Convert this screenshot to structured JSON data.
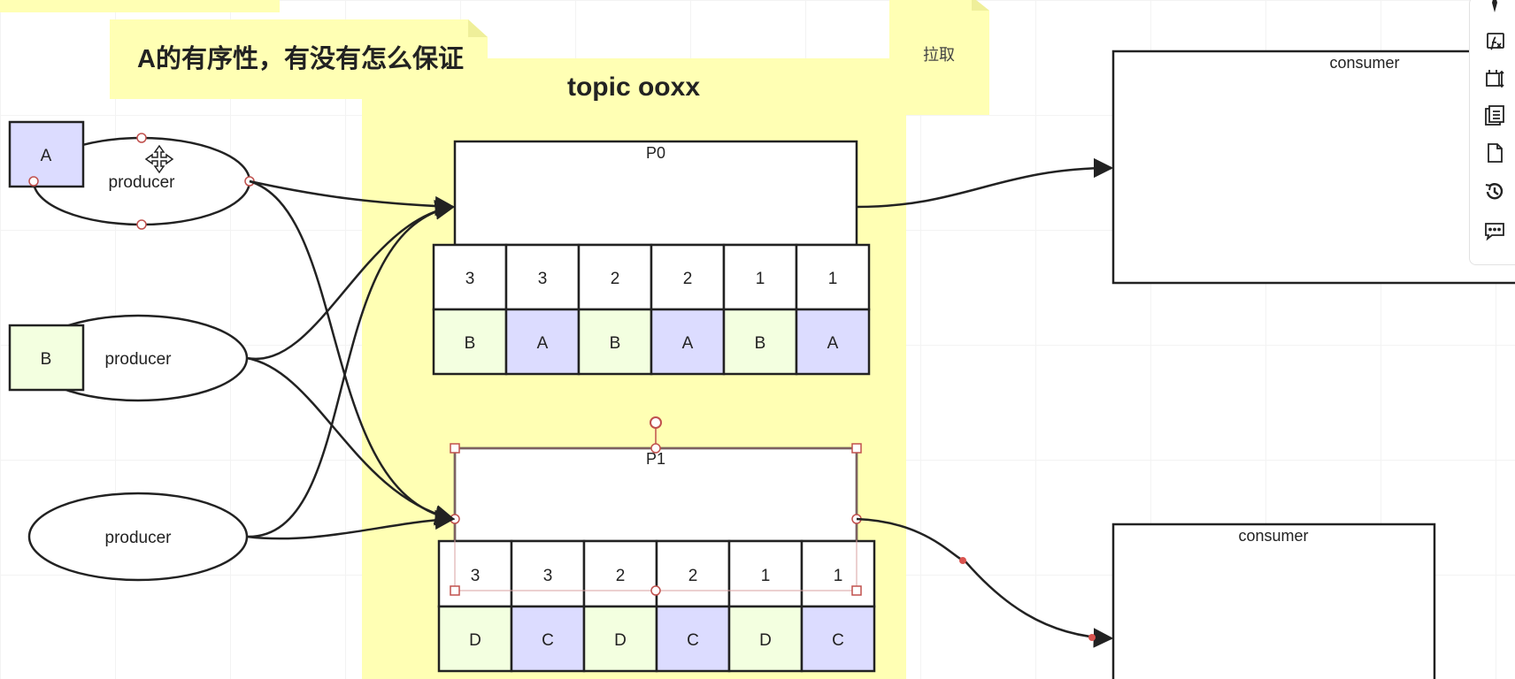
{
  "notes": {
    "question": "A的有序性，有没有怎么保证",
    "topic_title": "topic ooxx",
    "pull": "拉取"
  },
  "producers": [
    {
      "box": "A",
      "label": "producer"
    },
    {
      "box": "B",
      "label": "producer"
    },
    {
      "box": "",
      "label": "producer"
    }
  ],
  "partitions": [
    {
      "name": "P0",
      "offsets": [
        "3",
        "3",
        "2",
        "2",
        "1",
        "1"
      ],
      "sources": [
        "B",
        "A",
        "B",
        "A",
        "B",
        "A"
      ]
    },
    {
      "name": "P1",
      "offsets": [
        "3",
        "3",
        "2",
        "2",
        "1",
        "1"
      ],
      "sources": [
        "D",
        "C",
        "D",
        "C",
        "D",
        "C"
      ]
    }
  ],
  "consumers": [
    {
      "label": "consumer"
    },
    {
      "label": "consumer"
    }
  ],
  "toolbar": [
    {
      "icon": "formula-icon"
    },
    {
      "icon": "canvas-size-icon"
    },
    {
      "icon": "multi-page-icon"
    },
    {
      "icon": "page-icon"
    },
    {
      "icon": "history-icon"
    },
    {
      "icon": "comment-icon"
    }
  ],
  "colors": {
    "sticky_note": "#ffffb4",
    "sticky_fold": "#efef9a",
    "cell_a": "#dcdcff",
    "cell_b": "#f3ffe0",
    "stroke": "#222222",
    "handle": "#c0504d"
  }
}
